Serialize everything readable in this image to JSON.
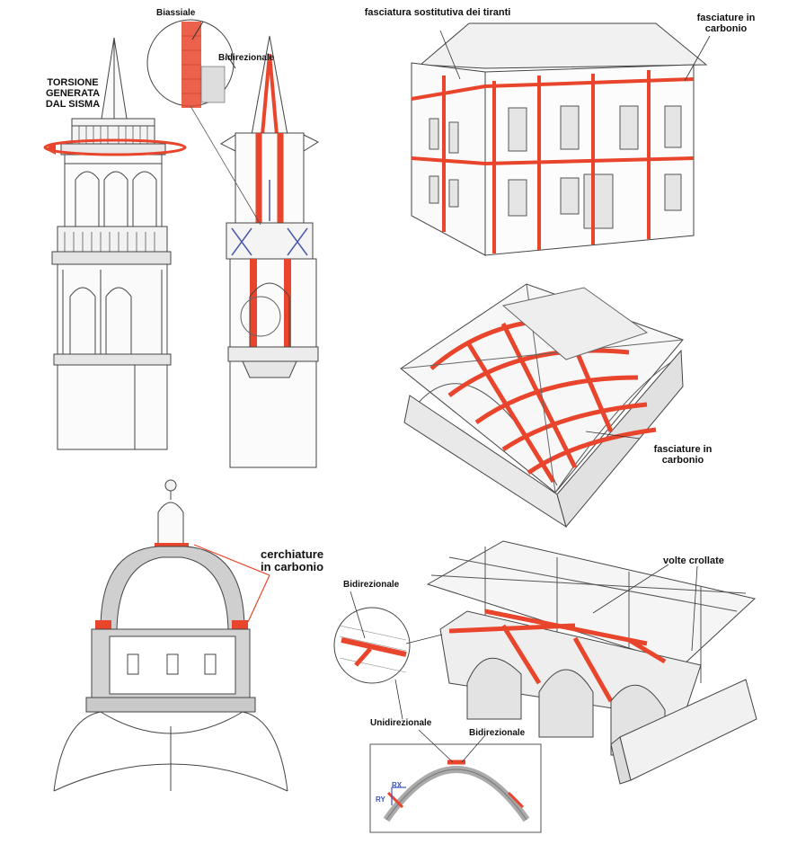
{
  "accent_color": "#e8452c",
  "line_color": "#333333",
  "labels": {
    "torsione": "TORSIONE GENERATA DAL SISMA",
    "biassiale": "Biassiale",
    "bidirezionale_tower": "Bidirezionale",
    "fasciatura_tiranti": "fasciatura sostitutiva dei tiranti",
    "fasciature_carbonio_top": "fasciature in carbonio",
    "fasciature_carbonio_vault": "fasciature in carbonio",
    "cerchiature": "cerchiature in carbonio",
    "volte_crollate": "volte crollate",
    "bidirezionale_detail": "Bidirezionale",
    "unidirezionale": "Unidirezionale",
    "bidirezionale_arch": "Bidirezionale",
    "rx": "RX",
    "ry": "RY"
  }
}
